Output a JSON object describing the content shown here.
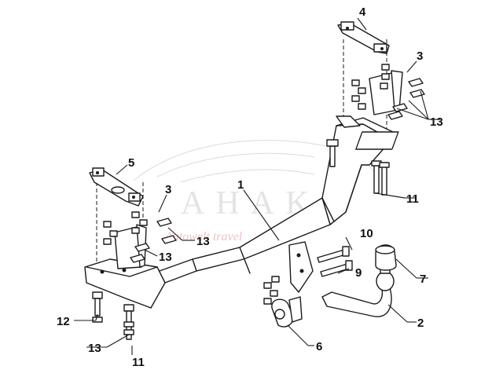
{
  "watermark": {
    "brand": "AHAKA",
    "tagline": "Autowelt travel"
  },
  "labels": {
    "l1": "1",
    "l2": "2",
    "l3a": "3",
    "l3b": "3",
    "l4": "4",
    "l5": "5",
    "l6": "6",
    "l7": "7",
    "l9": "9",
    "l10": "10",
    "l11a": "11",
    "l11b": "11",
    "l12": "12",
    "l13a": "13",
    "l13b": "13",
    "l13c": "13",
    "l13d": "13"
  }
}
